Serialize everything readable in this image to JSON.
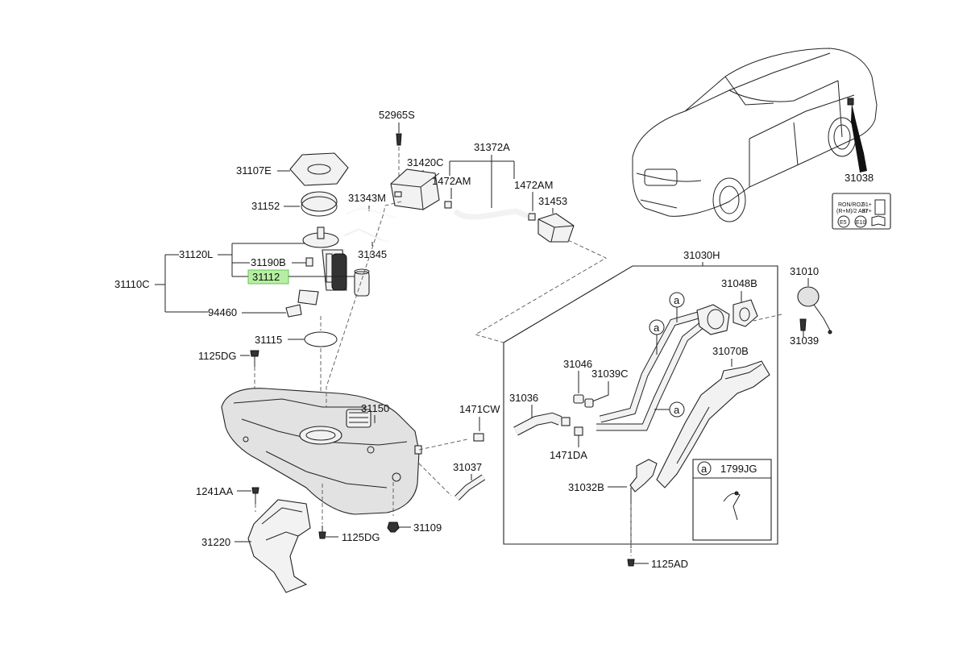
{
  "diagram": {
    "highlighted_part": "31112",
    "labels": {
      "p52965S": "52965S",
      "p31372A": "31372A",
      "p31420C": "31420C",
      "p1472AM_a": "1472AM",
      "p1472AM_b": "1472AM",
      "p31453": "31453",
      "p31107E": "31107E",
      "p31152": "31152",
      "p31343M": "31343M",
      "p31345": "31345",
      "p31120L": "31120L",
      "p31190B": "31190B",
      "p31112": "31112",
      "p31110C": "31110C",
      "p94460": "94460",
      "p31115": "31115",
      "p1125DG_a": "1125DG",
      "p31150": "31150",
      "p1471CW": "1471CW",
      "p31036": "31036",
      "p1471DA": "1471DA",
      "p31037": "31037",
      "p1241AA": "1241AA",
      "p31220": "31220",
      "p1125DG_b": "1125DG",
      "p31109": "31109",
      "p31030H": "31030H",
      "p31048B": "31048B",
      "p31010": "31010",
      "p31039": "31039",
      "p31046": "31046",
      "p31039C": "31039C",
      "p31070B": "31070B",
      "p31032B": "31032B",
      "p1799JG": "1799JG",
      "p1125AD": "1125AD",
      "p31038": "31038"
    },
    "callout_letter": "a",
    "fuel_label": {
      "line1_left": "RON/ROZ",
      "line1_right": "91+",
      "line2_left": "(R+M)/2 AKI",
      "line2_right": "87+",
      "badge1": "E5",
      "badge2": "E10"
    }
  }
}
